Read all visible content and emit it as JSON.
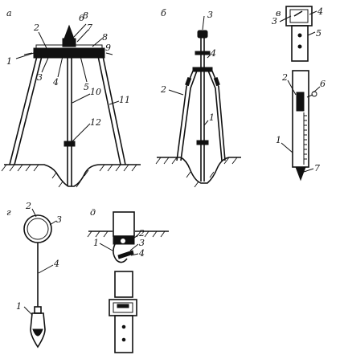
{
  "panels": {
    "a": {
      "letter": "а",
      "labels": [
        "1",
        "2",
        "3",
        "4",
        "5",
        "6",
        "7",
        "8",
        "8",
        "9",
        "10",
        "11",
        "12"
      ]
    },
    "b": {
      "letter": "б",
      "labels": [
        "1",
        "2",
        "3",
        "4"
      ]
    },
    "v": {
      "letter": "в",
      "labels": [
        "1",
        "2",
        "3",
        "4",
        "5",
        "6",
        "7"
      ]
    },
    "g": {
      "letter": "г",
      "labels": [
        "1",
        "2",
        "3",
        "4"
      ]
    },
    "d": {
      "letter": "д",
      "labels": [
        "1",
        "2",
        "3",
        "4"
      ]
    }
  }
}
